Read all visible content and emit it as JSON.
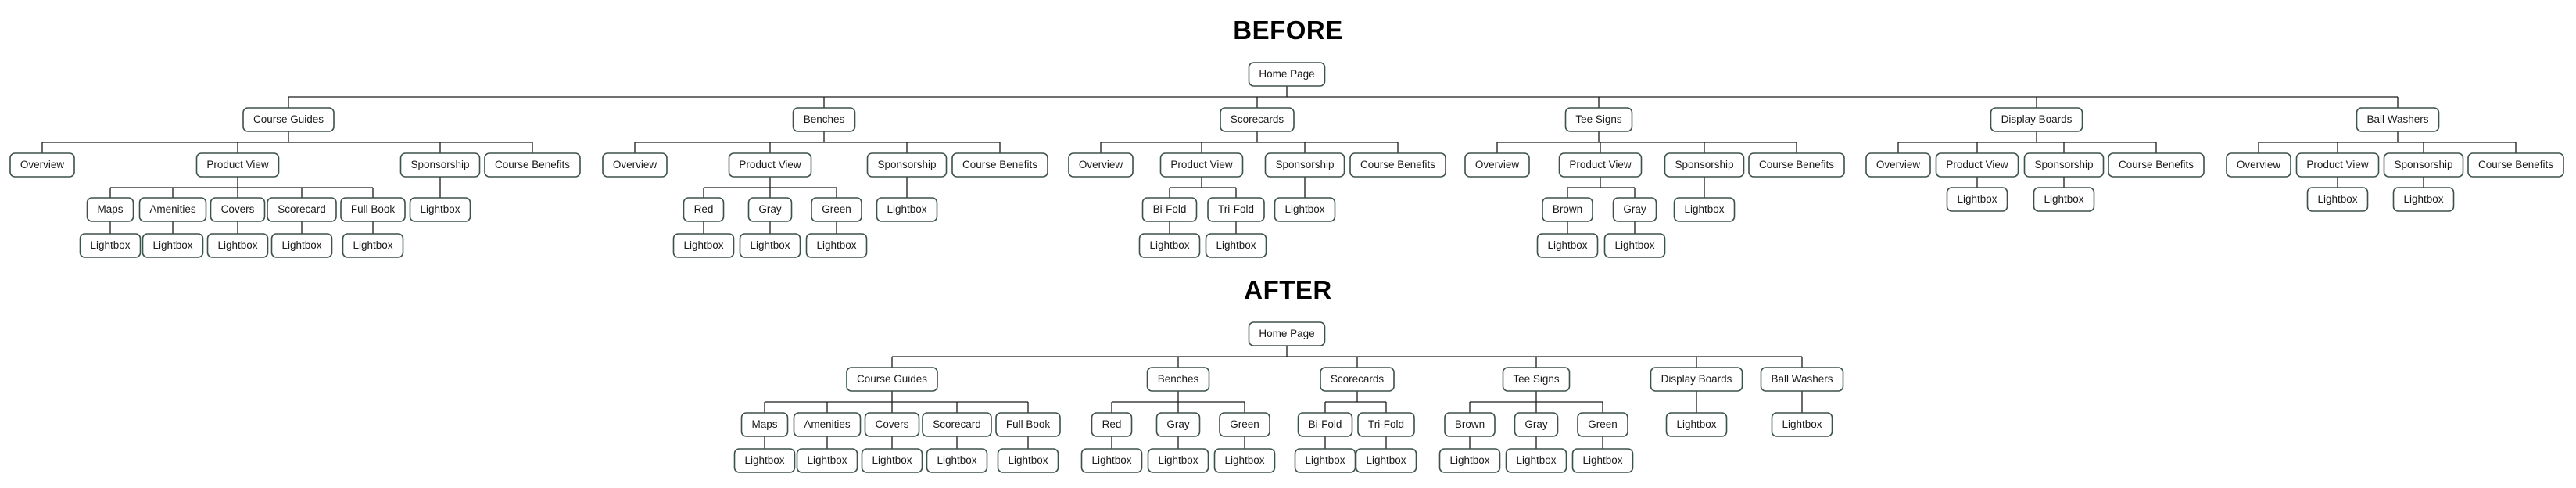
{
  "before": {
    "title": "BEFORE",
    "tree": {
      "label": "Home Page",
      "children": [
        {
          "label": "Course Guides",
          "children": [
            {
              "label": "Overview"
            },
            {
              "label": "Product View",
              "children": [
                {
                  "label": "Maps",
                  "children": [
                    {
                      "label": "Lightbox"
                    }
                  ]
                },
                {
                  "label": "Amenities",
                  "children": [
                    {
                      "label": "Lightbox"
                    }
                  ]
                },
                {
                  "label": "Covers",
                  "children": [
                    {
                      "label": "Lightbox"
                    }
                  ]
                },
                {
                  "label": "Scorecard",
                  "children": [
                    {
                      "label": "Lightbox"
                    }
                  ]
                },
                {
                  "label": "Full Book",
                  "children": [
                    {
                      "label": "Lightbox"
                    }
                  ]
                }
              ]
            },
            {
              "label": "Sponsorship",
              "children": [
                {
                  "label": "Lightbox"
                }
              ]
            },
            {
              "label": "Course Benefits"
            }
          ]
        },
        {
          "label": "Benches",
          "children": [
            {
              "label": "Overview"
            },
            {
              "label": "Product View",
              "children": [
                {
                  "label": "Red",
                  "children": [
                    {
                      "label": "Lightbox"
                    }
                  ]
                },
                {
                  "label": "Gray",
                  "children": [
                    {
                      "label": "Lightbox"
                    }
                  ]
                },
                {
                  "label": "Green",
                  "children": [
                    {
                      "label": "Lightbox"
                    }
                  ]
                }
              ]
            },
            {
              "label": "Sponsorship",
              "children": [
                {
                  "label": "Lightbox"
                }
              ]
            },
            {
              "label": "Course Benefits"
            }
          ]
        },
        {
          "label": "Scorecards",
          "children": [
            {
              "label": "Overview"
            },
            {
              "label": "Product View",
              "children": [
                {
                  "label": "Bi-Fold",
                  "children": [
                    {
                      "label": "Lightbox"
                    }
                  ]
                },
                {
                  "label": "Tri-Fold",
                  "children": [
                    {
                      "label": "Lightbox"
                    }
                  ]
                }
              ]
            },
            {
              "label": "Sponsorship",
              "children": [
                {
                  "label": "Lightbox"
                }
              ]
            },
            {
              "label": "Course Benefits"
            }
          ]
        },
        {
          "label": "Tee Signs",
          "children": [
            {
              "label": "Overview"
            },
            {
              "label": "Product View",
              "children": [
                {
                  "label": "Brown",
                  "children": [
                    {
                      "label": "Lightbox"
                    }
                  ]
                },
                {
                  "label": "Gray",
                  "children": [
                    {
                      "label": "Lightbox"
                    }
                  ]
                }
              ]
            },
            {
              "label": "Sponsorship",
              "children": [
                {
                  "label": "Lightbox"
                }
              ]
            },
            {
              "label": "Course Benefits"
            }
          ]
        },
        {
          "label": "Display Boards",
          "children": [
            {
              "label": "Overview"
            },
            {
              "label": "Product View",
              "children": [
                {
                  "label": "Lightbox"
                }
              ]
            },
            {
              "label": "Sponsorship",
              "children": [
                {
                  "label": "Lightbox"
                }
              ]
            },
            {
              "label": "Course Benefits"
            }
          ]
        },
        {
          "label": "Ball Washers",
          "children": [
            {
              "label": "Overview"
            },
            {
              "label": "Product View",
              "children": [
                {
                  "label": "Lightbox"
                }
              ]
            },
            {
              "label": "Sponsorship",
              "children": [
                {
                  "label": "Lightbox"
                }
              ]
            },
            {
              "label": "Course Benefits"
            }
          ]
        }
      ]
    }
  },
  "after": {
    "title": "AFTER",
    "tree": {
      "label": "Home Page",
      "children": [
        {
          "label": "Course Guides",
          "children": [
            {
              "label": "Maps",
              "children": [
                {
                  "label": "Lightbox"
                }
              ]
            },
            {
              "label": "Amenities",
              "children": [
                {
                  "label": "Lightbox"
                }
              ]
            },
            {
              "label": "Covers",
              "children": [
                {
                  "label": "Lightbox"
                }
              ]
            },
            {
              "label": "Scorecard",
              "children": [
                {
                  "label": "Lightbox"
                }
              ]
            },
            {
              "label": "Full Book",
              "children": [
                {
                  "label": "Lightbox"
                }
              ]
            }
          ]
        },
        {
          "label": "Benches",
          "children": [
            {
              "label": "Red",
              "children": [
                {
                  "label": "Lightbox"
                }
              ]
            },
            {
              "label": "Gray",
              "children": [
                {
                  "label": "Lightbox"
                }
              ]
            },
            {
              "label": "Green",
              "children": [
                {
                  "label": "Lightbox"
                }
              ]
            }
          ]
        },
        {
          "label": "Scorecards",
          "children": [
            {
              "label": "Bi-Fold",
              "children": [
                {
                  "label": "Lightbox"
                }
              ]
            },
            {
              "label": "Tri-Fold",
              "children": [
                {
                  "label": "Lightbox"
                }
              ]
            }
          ]
        },
        {
          "label": "Tee Signs",
          "children": [
            {
              "label": "Brown",
              "children": [
                {
                  "label": "Lightbox"
                }
              ]
            },
            {
              "label": "Gray",
              "children": [
                {
                  "label": "Lightbox"
                }
              ]
            },
            {
              "label": "Green",
              "children": [
                {
                  "label": "Lightbox"
                }
              ]
            }
          ]
        },
        {
          "label": "Display Boards",
          "children": [
            {
              "label": "Lightbox"
            }
          ]
        },
        {
          "label": "Ball Washers",
          "children": [
            {
              "label": "Lightbox"
            }
          ]
        }
      ]
    }
  }
}
